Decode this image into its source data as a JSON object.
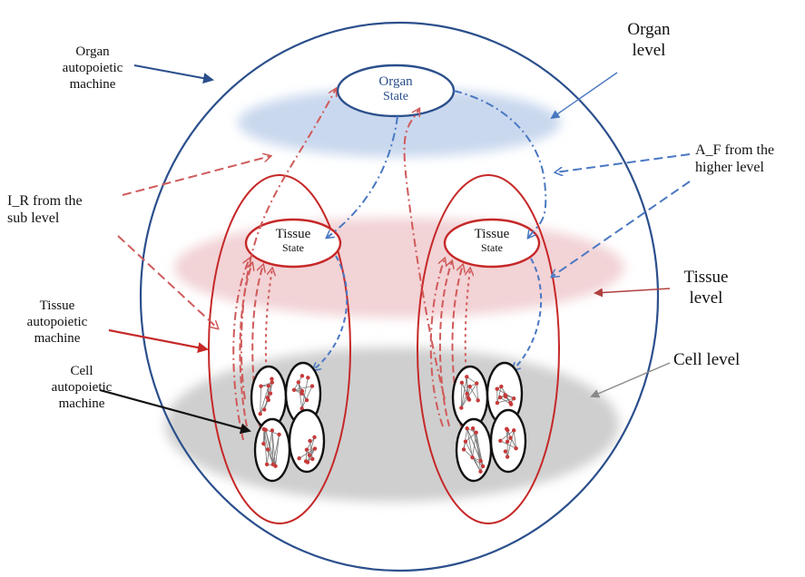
{
  "colors": {
    "organ_outline": "#2b4f8c",
    "tissue_outline": "#c62828",
    "organ_band": "#c9d8ee",
    "tissue_band": "#f2d3d6",
    "cell_band": "#cfcfcf",
    "ir_arrow": "#d05a5a",
    "af_arrow": "#4a78c2",
    "cell_node": "#c63a3a",
    "cell_link": "#777777"
  },
  "labels": {
    "organ_machine": [
      "Organ",
      "autopoietic",
      "machine"
    ],
    "organ_level": [
      "Organ",
      "level"
    ],
    "af_higher": [
      "A_F from the",
      "higher level"
    ],
    "ir_sub": [
      "I_R from the",
      "sub level"
    ],
    "tissue_level": [
      "Tissue",
      "level"
    ],
    "tissue_machine": [
      "Tissue",
      "autopoietic",
      "machine"
    ],
    "cell_level": [
      "Cell level"
    ],
    "cell_machine": [
      "Cell",
      "autopoietic",
      "machine"
    ]
  },
  "states": {
    "organ": [
      "Organ",
      "State"
    ],
    "tissue_left": [
      "Tissue",
      "State"
    ],
    "tissue_right": [
      "Tissue",
      "State"
    ]
  }
}
